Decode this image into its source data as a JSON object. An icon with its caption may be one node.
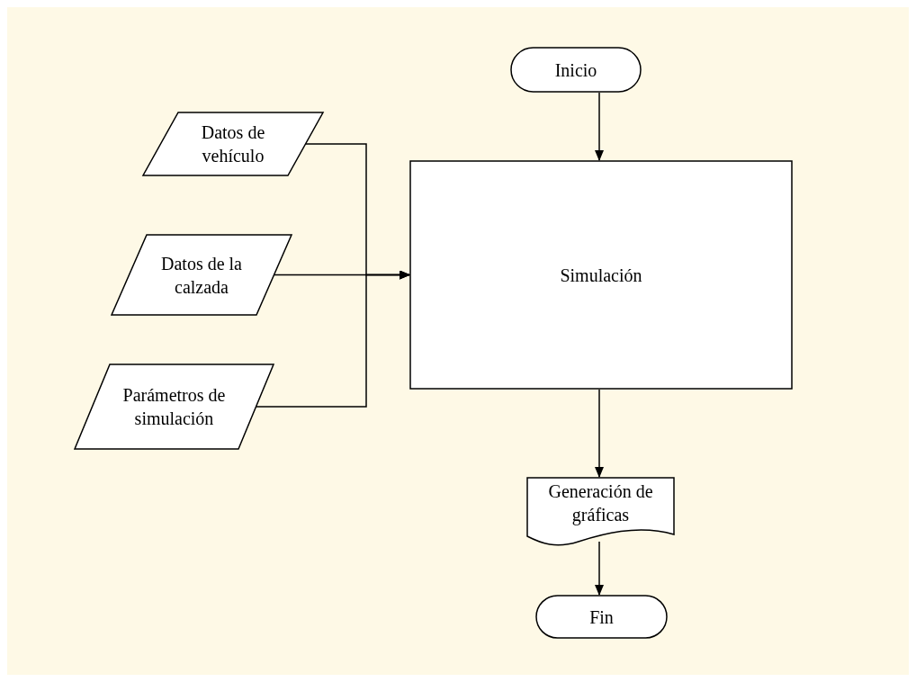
{
  "diagram": {
    "nodes": [
      {
        "text": [
          "Inicio"
        ]
      },
      {
        "text": [
          "Datos de vehículo"
        ]
      },
      {
        "text": [
          "Datos de la calzada"
        ]
      },
      {
        "text": [
          "Parámetros de simulación"
        ]
      },
      {
        "text": [
          "Simulación"
        ]
      },
      {
        "text": [
          "Generación de gráficas"
        ]
      },
      {
        "text": [
          "Fin"
        ]
      }
    ],
    "edges": [
      {
        "from": 0,
        "to": 4,
        "arrow": "to"
      },
      {
        "from": 1,
        "to": 4,
        "arrow": "to"
      },
      {
        "from": 2,
        "to": 4,
        "arrow": "to"
      },
      {
        "from": 3,
        "to": 4,
        "arrow": "to"
      },
      {
        "from": 4,
        "to": 5,
        "arrow": "to"
      },
      {
        "from": 5,
        "to": 6,
        "arrow": "to"
      }
    ]
  }
}
